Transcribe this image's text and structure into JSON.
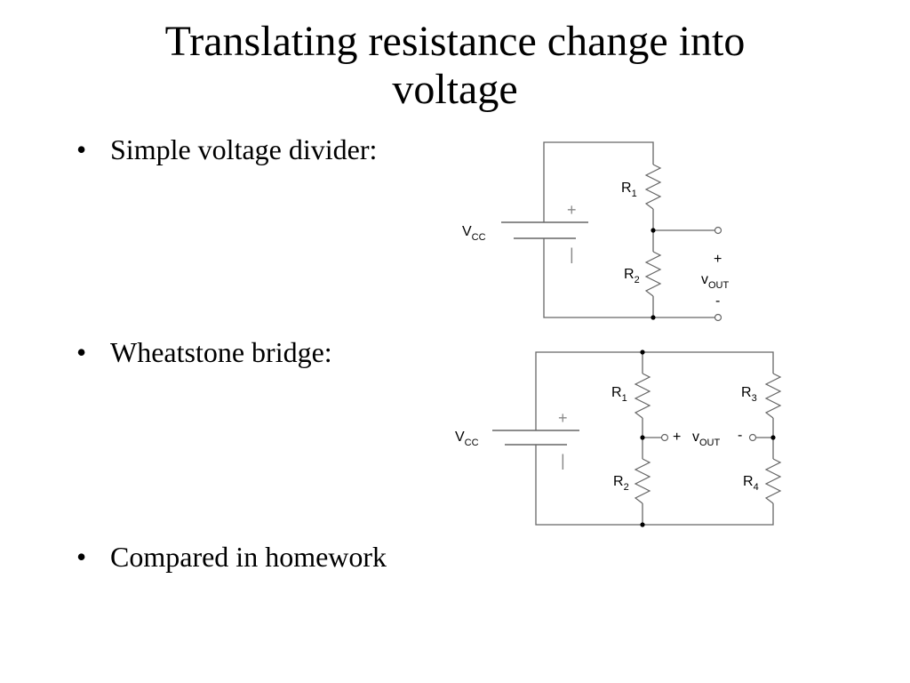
{
  "title_line1": "Translating resistance change into",
  "title_line2": "voltage",
  "bullets": [
    "Simple voltage divider:",
    "Wheatstone bridge:",
    "Compared in homework"
  ],
  "bullet_symbol": "•",
  "divider": {
    "vcc_main": "V",
    "vcc_sub": "CC",
    "r1_main": "R",
    "r1_sub": "1",
    "r2_main": "R",
    "r2_sub": "2",
    "out_plus": "+",
    "vout_main": "v",
    "vout_sub": "OUT",
    "out_minus": "-",
    "battery_plus": "+",
    "battery_minus": "|"
  },
  "bridge": {
    "vcc_main": "V",
    "vcc_sub": "CC",
    "r1_main": "R",
    "r1_sub": "1",
    "r2_main": "R",
    "r2_sub": "2",
    "r3_main": "R",
    "r3_sub": "3",
    "r4_main": "R",
    "r4_sub": "4",
    "out_plus": "+",
    "vout_main": "v",
    "vout_sub": "OUT",
    "out_minus": "-",
    "battery_plus": "+",
    "battery_minus": "|"
  },
  "colors": {
    "wire": "#666666",
    "text": "#000000",
    "background": "#ffffff"
  }
}
